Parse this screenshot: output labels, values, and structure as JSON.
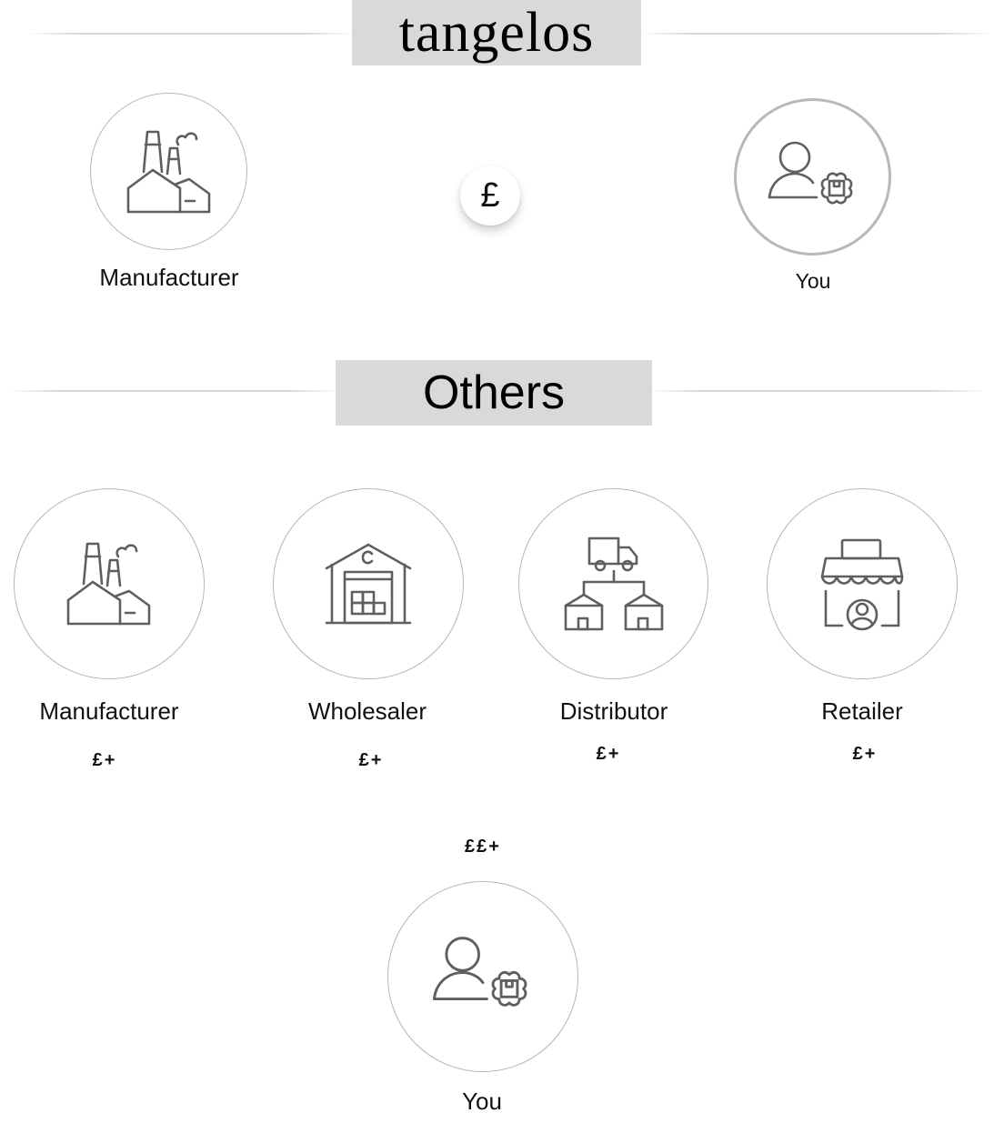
{
  "brand": {
    "title": "tangelos"
  },
  "direct": {
    "from": {
      "label": "Manufacturer",
      "icon": "factory-icon"
    },
    "price_symbol": "£",
    "to": {
      "label": "You",
      "icon": "customer-icon"
    }
  },
  "others": {
    "title": "Others",
    "chain": [
      {
        "label": "Manufacturer",
        "price": "£+",
        "icon": "factory-icon"
      },
      {
        "label": "Wholesaler",
        "price": "£+",
        "icon": "warehouse-icon"
      },
      {
        "label": "Distributor",
        "price": "£+",
        "icon": "distribution-icon"
      },
      {
        "label": "Retailer",
        "price": "£+",
        "icon": "store-icon"
      }
    ],
    "final_price": "££+",
    "final": {
      "label": "You",
      "icon": "customer-icon"
    }
  },
  "colors": {
    "header_box": "#d9d9d9",
    "circle_border": "#b5b5b5",
    "icon_stroke": "#5f5f5f"
  }
}
